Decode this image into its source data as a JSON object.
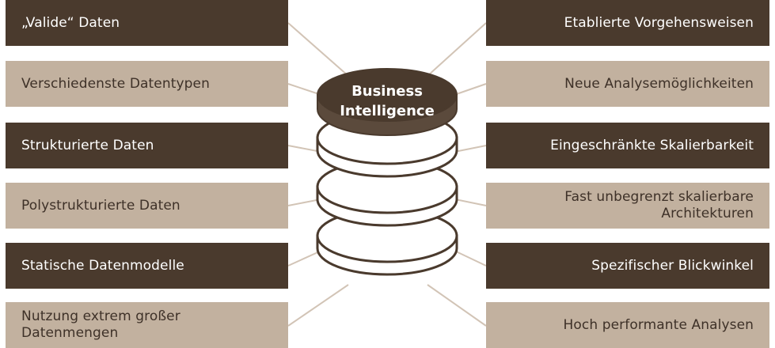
{
  "center": {
    "line1": "Business",
    "line2": "Intelligence"
  },
  "left_items": [
    {
      "label": "„Valide“ Daten",
      "style": "dark"
    },
    {
      "label": "Verschiedenste Datentypen",
      "style": "light"
    },
    {
      "label": "Strukturierte Daten",
      "style": "dark"
    },
    {
      "label": "Polystrukturierte Daten",
      "style": "light"
    },
    {
      "label": "Statische Datenmodelle",
      "style": "dark"
    },
    {
      "label": "Nutzung extrem großer Datenmengen",
      "style": "light"
    }
  ],
  "right_items": [
    {
      "label": "Etablierte Vorgehensweisen",
      "style": "dark"
    },
    {
      "label": "Neue Analysemöglichkeiten",
      "style": "light"
    },
    {
      "label": "Eingeschränkte Skalierbarkeit",
      "style": "dark"
    },
    {
      "label": "Fast unbegrenzt skalierbare Architekturen",
      "style": "light"
    },
    {
      "label": "Spezifischer Blickwinkel",
      "style": "dark"
    },
    {
      "label": "Hoch performante Analysen",
      "style": "light"
    }
  ],
  "colors": {
    "dark_box": "#4a3a2d",
    "light_box": "#c2b19f",
    "connector": "#d2c4b6",
    "disk_fill": "#ffffff",
    "disk_stroke": "#4a3a2d",
    "top_disk": "#4a3a2d"
  }
}
